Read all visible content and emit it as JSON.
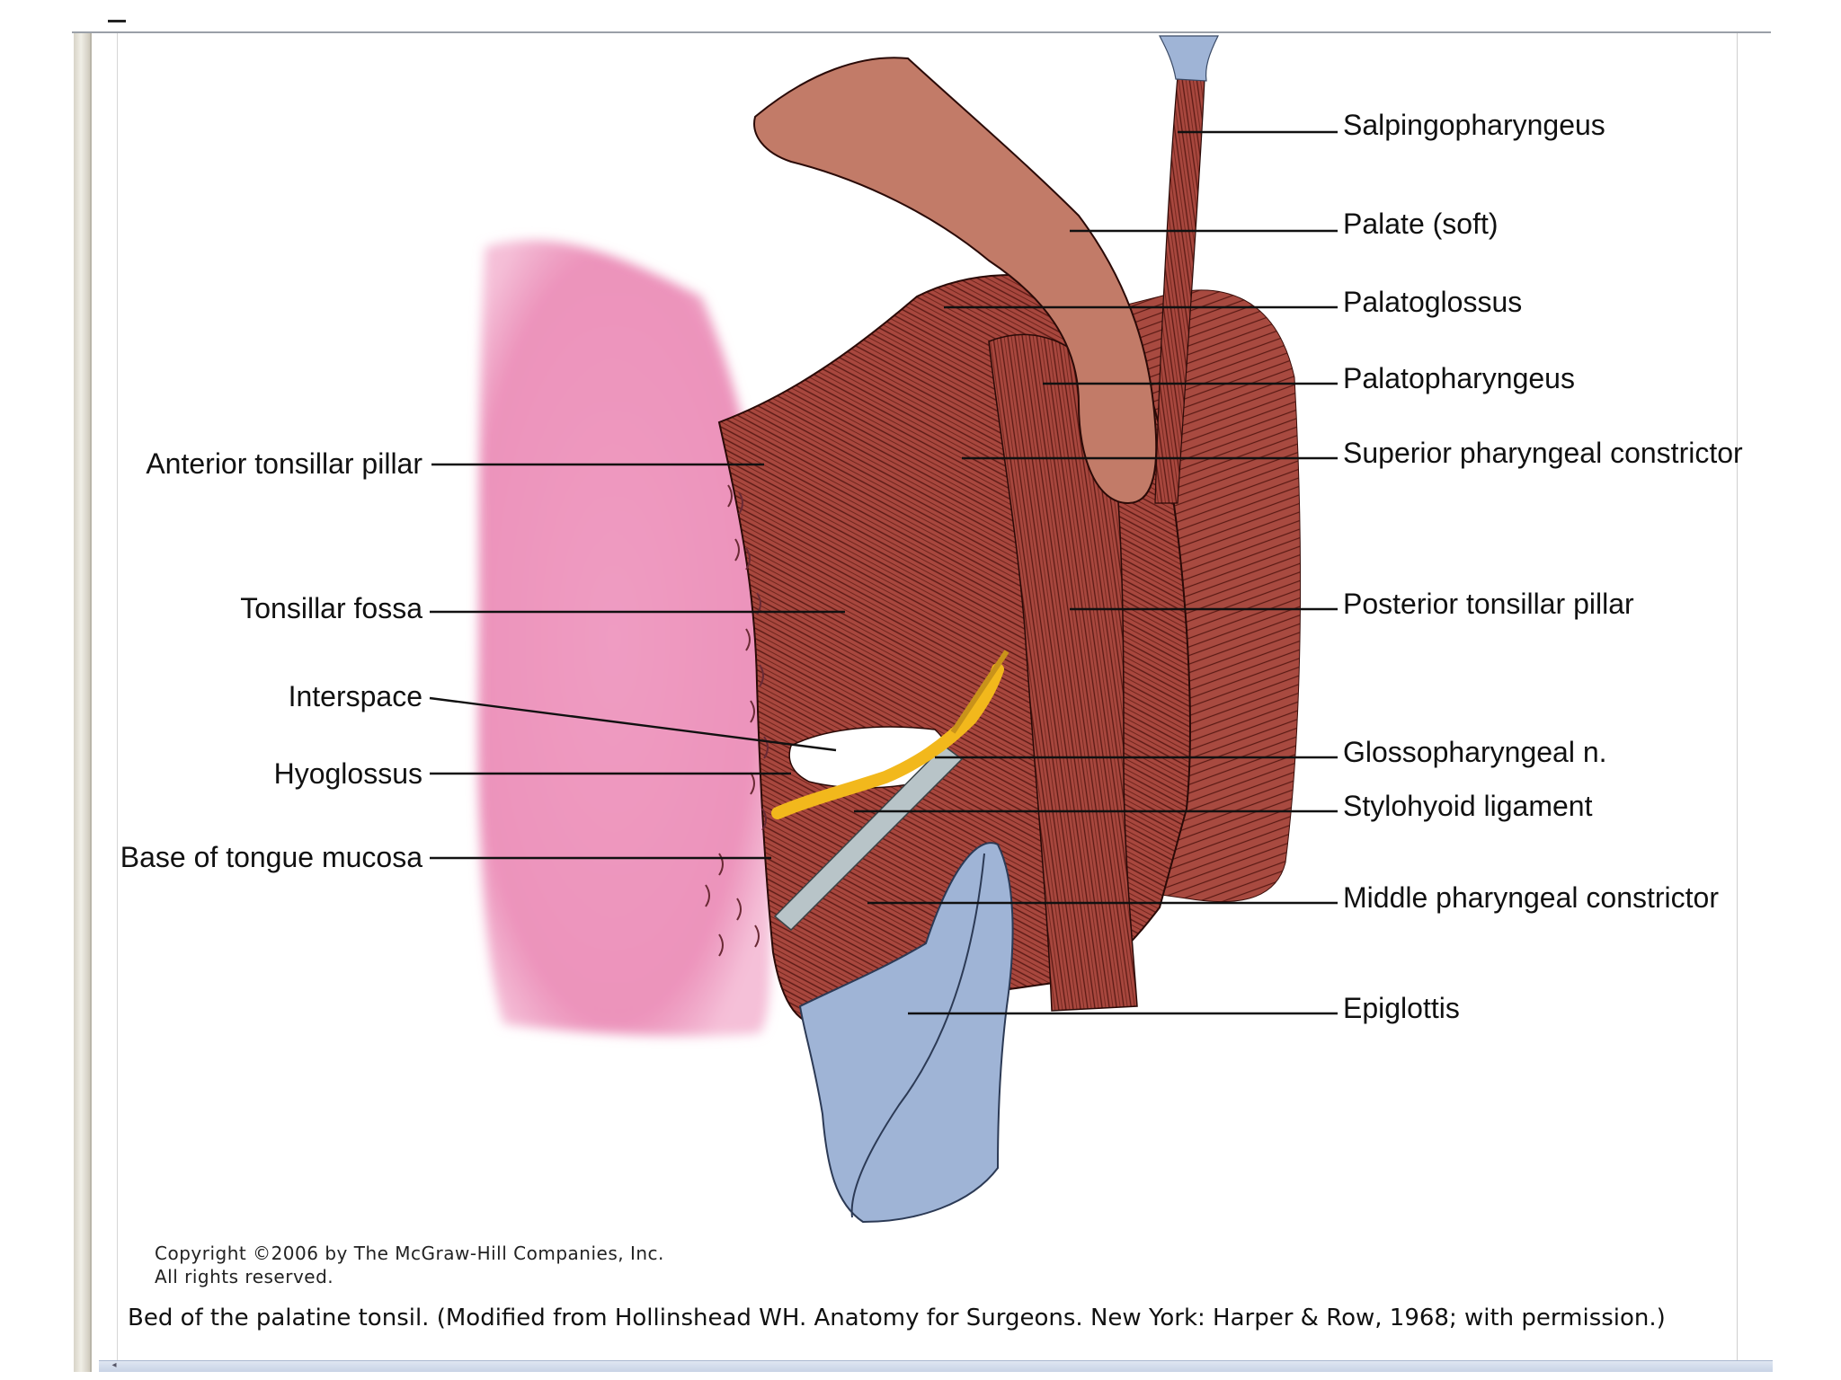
{
  "labels": {
    "salpingopharyngeus": "Salpingopharyngeus",
    "palate_soft": "Palate (soft)",
    "palatoglossus": "Palatoglossus",
    "palatopharyngeus": "Palatopharyngeus",
    "superior_pharyngeal_constrictor": "Superior pharyngeal constrictor",
    "posterior_tonsillar_pillar": "Posterior tonsillar pillar",
    "glossopharyngeal_n": "Glossopharyngeal n.",
    "stylohyoid_ligament": "Stylohyoid ligament",
    "middle_pharyngeal_constrictor": "Middle pharyngeal constrictor",
    "epiglottis": "Epiglottis",
    "anterior_tonsillar_pillar": "Anterior tonsillar pillar",
    "tonsillar_fossa": "Tonsillar fossa",
    "interspace": "Interspace",
    "hyoglossus": "Hyoglossus",
    "base_of_tongue_mucosa": "Base of tongue mucosa"
  },
  "copyright": {
    "line1": "Copyright ©2006 by The McGraw-Hill Companies, Inc.",
    "line2": "All rights reserved."
  },
  "caption": "Bed of the palatine tonsil. (Modified from Hollinshead WH. Anatomy for Surgeons. New York: Harper & Row, 1968; with permission.)",
  "colors": {
    "muscle": "#a8473e",
    "muscle_fiber": "#5a1a14",
    "palate": "#c27b68",
    "tongue": "#ec9bc0",
    "epiglottis": "#9fb4d6",
    "nerve": "#f2b81c",
    "ligament": "#b8c4c8"
  }
}
